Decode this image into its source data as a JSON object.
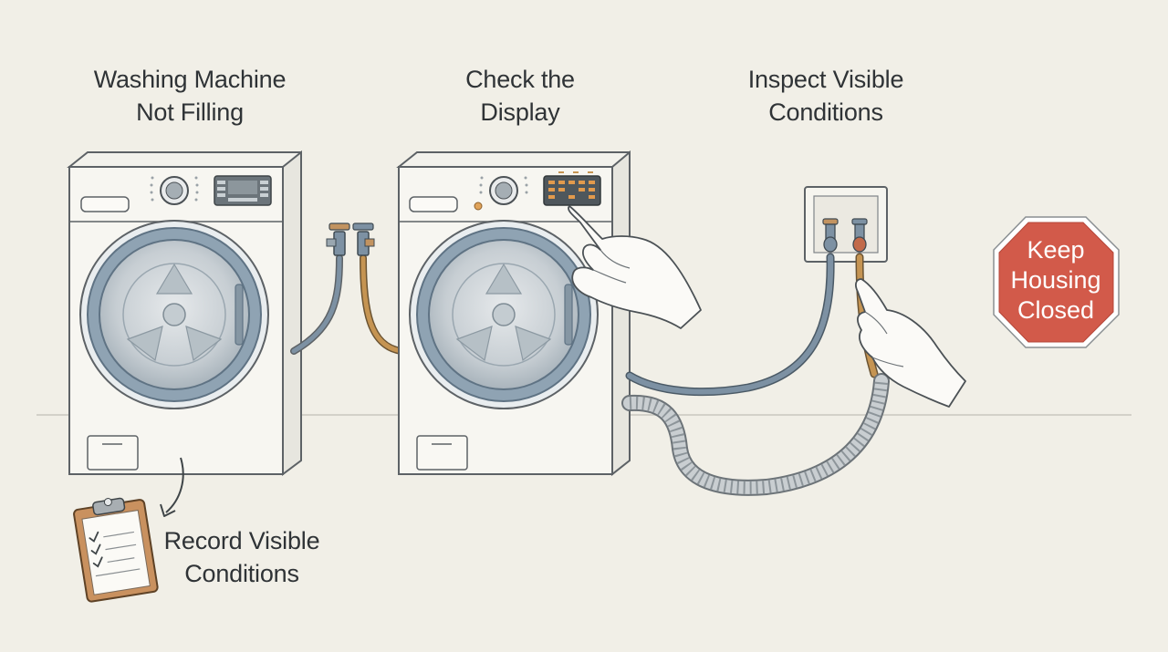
{
  "steps": [
    {
      "line1": "Washing Machine",
      "line2": "Not Filling"
    },
    {
      "line1": "Check the",
      "line2": "Display"
    },
    {
      "line1": "Inspect Visible",
      "line2": "Conditions"
    }
  ],
  "record": {
    "line1": "Record Visible",
    "line2": "Conditions"
  },
  "stop_sign": {
    "line1": "Keep",
    "line2": "Housing",
    "line3": "Closed"
  },
  "colors": {
    "background": "#f1efe7",
    "machine_body": "#f7f6f1",
    "outline": "#5d6266",
    "door_ring": "#7e93a5",
    "cold_hose": "#7d91a3",
    "hot_hose": "#c59452",
    "stop_sign": "#d25a4a",
    "clipboard": "#c9915f"
  }
}
